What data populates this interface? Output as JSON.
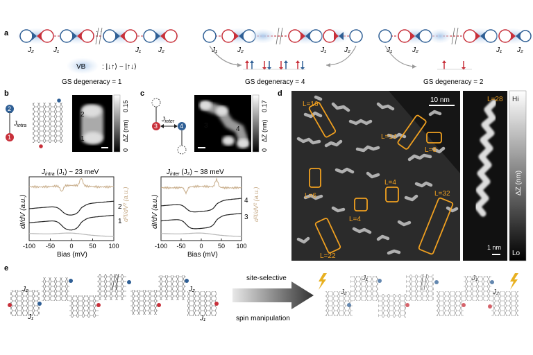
{
  "panel_labels": {
    "a": "a",
    "b": "b",
    "c": "c",
    "d": "d",
    "e": "e"
  },
  "panel_a": {
    "chain1": {
      "j_left": "J₂",
      "j_mid": "J₁",
      "j_right1": "J₁",
      "j_right2": "J₂"
    },
    "chain2": {
      "j1": "J₁",
      "j2": "J₂",
      "j3": "J₁",
      "j4": "J₂"
    },
    "chain3": {
      "j1": "J₁",
      "j2": "J₂",
      "j3": "J₁",
      "j4": "J₂"
    },
    "vb_label": "VB",
    "vb_state": ": |↓↑⟩ − |↑↓⟩",
    "gs1": "GS degeneracy = 1",
    "gs2": "GS degeneracy = 4",
    "gs3": "GS degeneracy = 2"
  },
  "panel_b": {
    "site_top": "2",
    "site_bottom": "1",
    "j_label": "J",
    "j_sub": "intra",
    "stm_labels": [
      "2",
      "1"
    ],
    "scale_max": "0.15",
    "scale_min": "0",
    "scale_unit": "ΔZ (nm)",
    "chart_title": "J",
    "chart_title_sub": "intra",
    "chart_title_rest": " (J₁) ~ 23 meV",
    "curve_labels": [
      "2",
      "1"
    ],
    "ylabel": "dI/dV (a.u.)",
    "ylabel_right": "d²I/dV² (a.u.)",
    "xlabel": "Bias (mV)"
  },
  "panel_c": {
    "site_left": "3",
    "site_right": "4",
    "j_label": "J",
    "j_sub": "inter",
    "stm_labels": [
      "3",
      "4"
    ],
    "scale_max": "0.17",
    "scale_min": "0",
    "scale_unit": "ΔZ (nm)",
    "chart_title": "J",
    "chart_title_sub": "inter",
    "chart_title_rest": " (J₂) ~ 38 meV",
    "curve_labels": [
      "4",
      "3"
    ],
    "ylabel": "dI/dV (a.u.)",
    "ylabel_right": "d²I/dV² (a.u.)",
    "xlabel": "Bias (mV)"
  },
  "panel_d": {
    "scalebar_main": "10 nm",
    "length_labels": [
      "L=16",
      "L=14",
      "L=8",
      "L=6",
      "L=4",
      "L=4",
      "L=32",
      "L=22"
    ],
    "zoom_label": "L=28",
    "zoom_scalebar": "1 nm",
    "colorbar_hi": "Hi",
    "colorbar_lo": "Lo",
    "colorbar_unit": "ΔZ (nm)"
  },
  "panel_e": {
    "arrow_top": "site-selective",
    "arrow_bottom": "spin manipulation",
    "left_j": [
      "J₂",
      "J₁",
      "J₂",
      "J₁"
    ],
    "right_j": [
      "J₁",
      "J₂",
      "J₁",
      "J₂"
    ]
  },
  "colors": {
    "red": "#c8303a",
    "blue": "#2f5f95",
    "orange": "#f0a020",
    "tan": "#c8ad8a",
    "gray": "#b5b5b5",
    "dark": "#222222"
  },
  "chart_data": [
    {
      "type": "line",
      "panel": "b",
      "title": "Jintra (J1) ~ 23 meV",
      "xlabel": "Bias (mV)",
      "ylabel": "dI/dV (a.u.)",
      "xlim": [
        -100,
        100
      ],
      "xticks": [
        -100,
        -50,
        0,
        50,
        100
      ],
      "series": [
        {
          "name": "2",
          "kind": "didv",
          "offset": 1.9,
          "step_at": 23,
          "depth": 0.55
        },
        {
          "name": "1",
          "kind": "didv",
          "offset": 1.15,
          "step_at": 23,
          "depth": 0.6
        },
        {
          "kind": "d2idv2",
          "offset": 2.9,
          "peak_at": 23
        },
        {
          "kind": "reference",
          "offset": 0.3
        }
      ]
    },
    {
      "type": "line",
      "panel": "c",
      "title": "Jinter (J2) ~ 38 meV",
      "xlabel": "Bias (mV)",
      "ylabel": "dI/dV (a.u.)",
      "xlim": [
        -100,
        100
      ],
      "xticks": [
        -100,
        -50,
        0,
        50,
        100
      ],
      "series": [
        {
          "name": "4",
          "kind": "didv",
          "offset": 2.05,
          "step_at": 38,
          "depth": 0.5
        },
        {
          "name": "3",
          "kind": "didv",
          "offset": 1.25,
          "step_at": 38,
          "depth": 0.6
        },
        {
          "kind": "d2idv2",
          "offset": 2.85,
          "peak_at": 38
        },
        {
          "kind": "reference",
          "offset": 0.3
        }
      ]
    }
  ]
}
